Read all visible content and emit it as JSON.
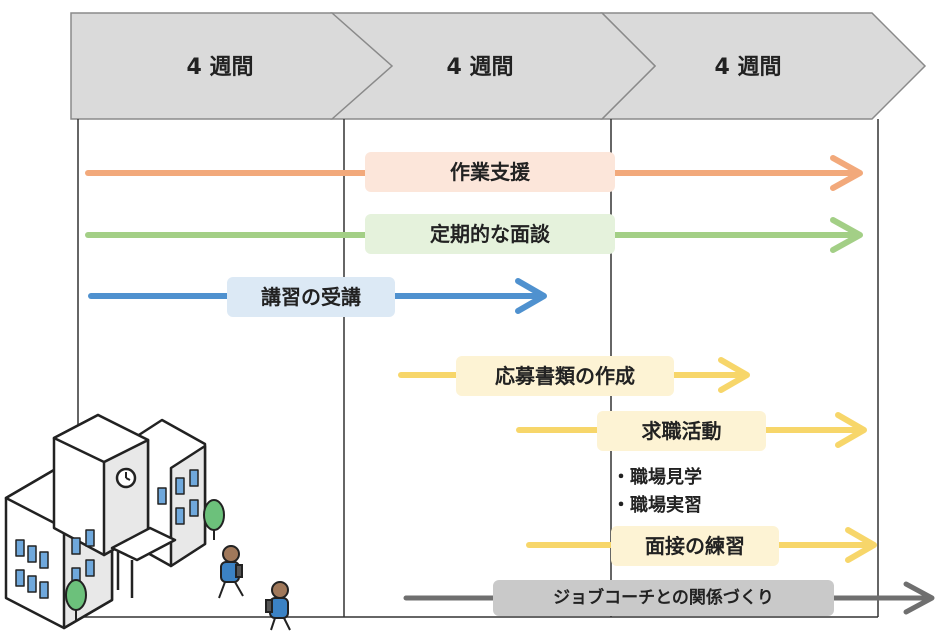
{
  "phases": [
    "4 週間",
    "4 週間",
    "4 週間"
  ],
  "activities": [
    {
      "label": "作業支援",
      "color": "#F2A97B",
      "bg": "#FCE6DA"
    },
    {
      "label": "定期的な面談",
      "color": "#A3CF86",
      "bg": "#E5F2DC"
    },
    {
      "label": "講習の受講",
      "color": "#4F91CF",
      "bg": "#DCE9F5"
    },
    {
      "label": "応募書類の作成",
      "color": "#F7D66A",
      "bg": "#FDF3D4"
    },
    {
      "label": "求職活動",
      "color": "#F7D66A",
      "bg": "#FDF3D4"
    },
    {
      "label": "面接の練習",
      "color": "#F7D66A",
      "bg": "#FDF3D4"
    },
    {
      "label": "ジョブコーチとの関係づくり",
      "color": "#6F6F6F",
      "bg": "#C9C9C9"
    }
  ],
  "job_search_items": [
    "・職場見学",
    "・職場実習"
  ],
  "colors": {
    "header": "#DADADA",
    "header_stroke": "#8A8A8A",
    "grid": "#333333"
  }
}
